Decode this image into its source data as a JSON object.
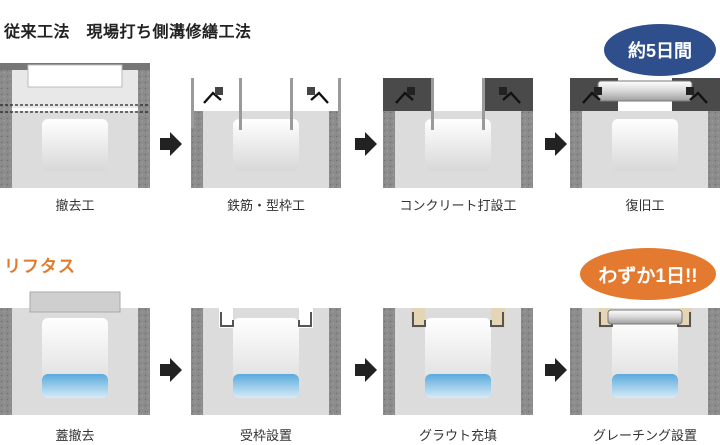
{
  "sections": {
    "conventional": {
      "title": "従来工法　現場打ち側溝修繕工法",
      "badge": "約5日間",
      "steps": [
        "撤去工",
        "鉄筋・型枠工",
        "コンクリート打設工",
        "復旧工"
      ]
    },
    "liftas": {
      "title": "リフタス",
      "badge": "わずか1日!!",
      "steps": [
        "蓋撤去",
        "受枠設置",
        "グラウト充填",
        "グレーチング設置"
      ]
    }
  },
  "colors": {
    "accent_orange": "#e07b2e",
    "badge_blue": "#2f4e8c",
    "badge_orange": "#e37a2f",
    "arrow": "#222222",
    "water": "#5aa9dc",
    "ground": "#8a8a8a",
    "concrete": "#dcdcdc"
  }
}
